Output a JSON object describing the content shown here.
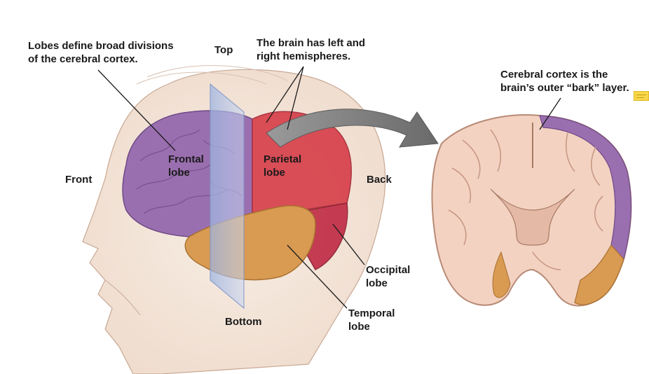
{
  "labels": {
    "lobes_caption_line1": "Lobes define broad divisions",
    "lobes_caption_line2": "of the cerebral cortex.",
    "hemispheres_caption_line1": "The brain has left and",
    "hemispheres_caption_line2": "right hemispheres.",
    "cortex_caption_line1": "Cerebral cortex is the",
    "cortex_caption_line2": "brain’s outer “bark” layer.",
    "top": "Top",
    "bottom": "Bottom",
    "front": "Front",
    "back": "Back",
    "frontal_line1": "Frontal",
    "frontal_line2": "lobe",
    "parietal_line1": "Parietal",
    "parietal_line2": "lobe",
    "occipital_line1": "Occipital",
    "occipital_line2": "lobe",
    "temporal_line1": "Temporal",
    "temporal_line2": "lobe"
  },
  "icons": {
    "note": "sticky-note-icon",
    "arrow": "curved-arrow-icon"
  },
  "colors": {
    "frontal": "#9a6fb0",
    "parietal": "#d8454f",
    "occipital": "#c2334a",
    "temporal": "#d99a52",
    "cortex_tissue": "#f3d2c2",
    "plane": "#8ea6d6"
  }
}
